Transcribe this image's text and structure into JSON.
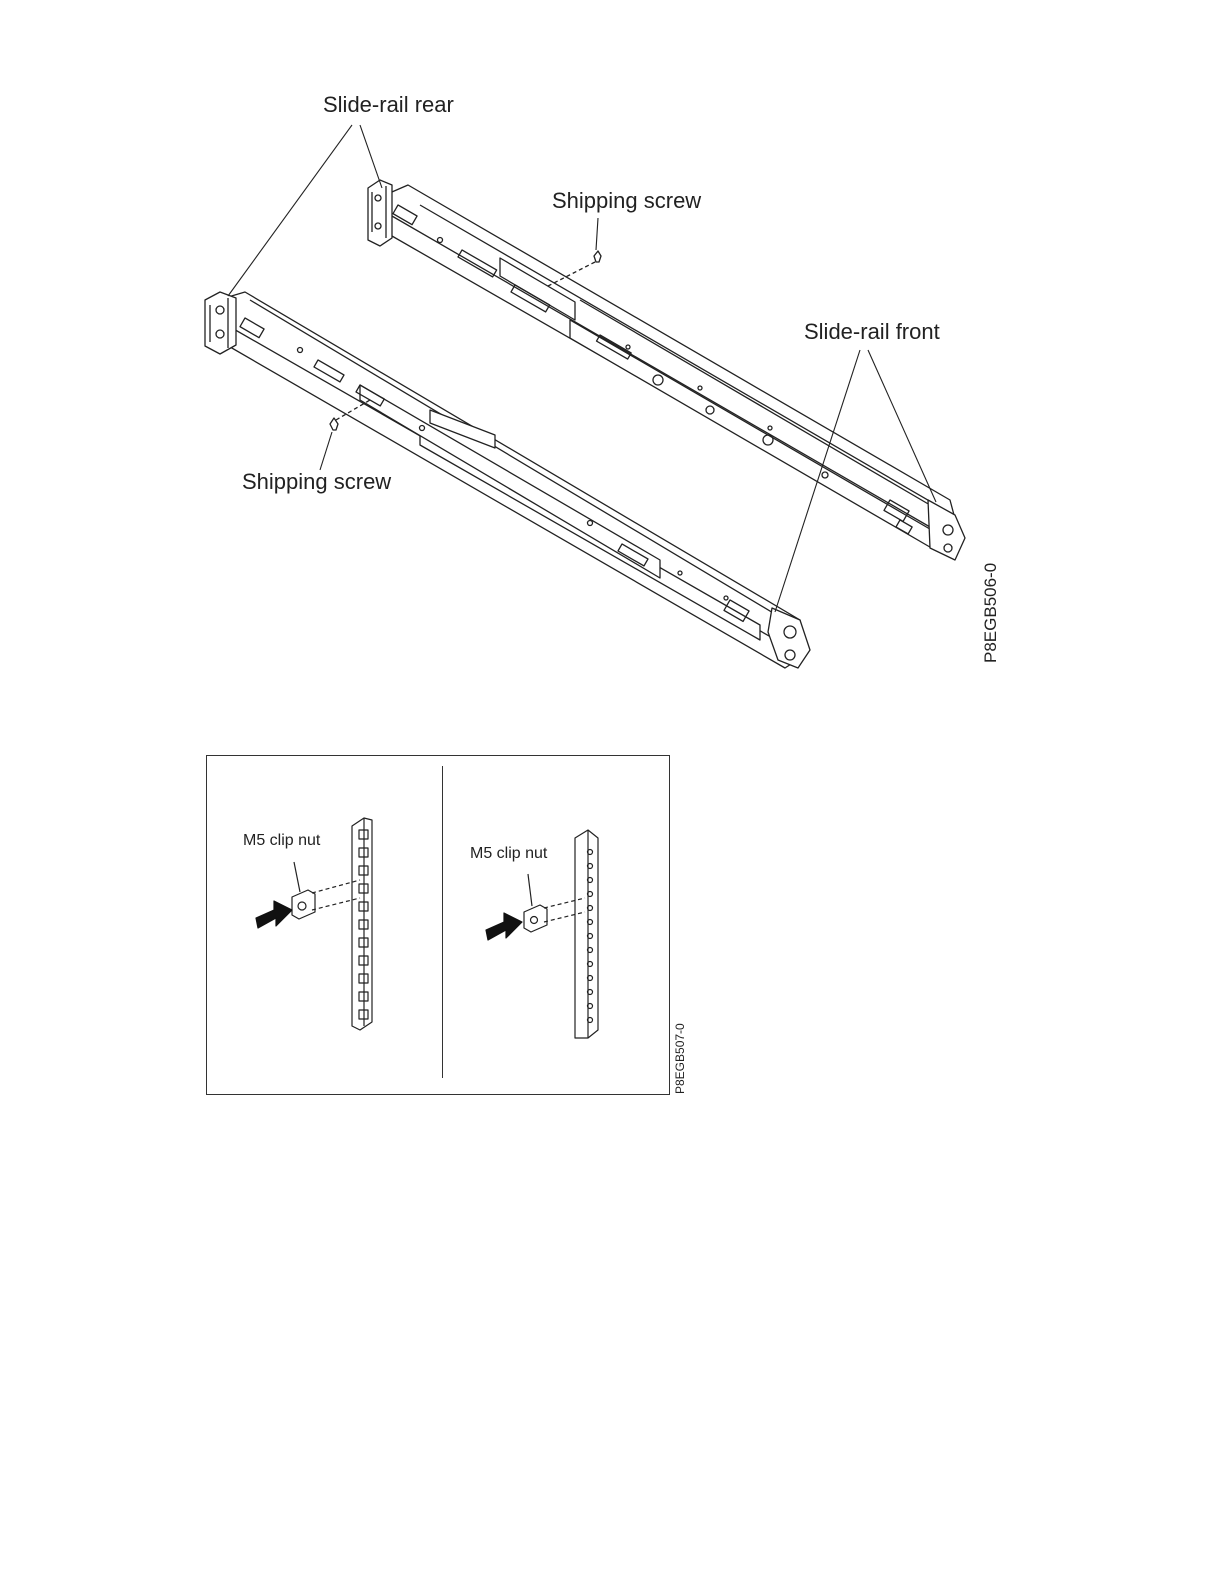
{
  "figure1": {
    "labels": {
      "rear": "Slide-rail rear",
      "screw_top": "Shipping screw",
      "front": "Slide-rail front",
      "screw_bottom": "Shipping screw"
    },
    "figure_id": "P8EGB506-0"
  },
  "figure2": {
    "left_label": "M5 clip nut",
    "right_label": "M5 clip nut",
    "figure_id": "P8EGB507-0"
  }
}
